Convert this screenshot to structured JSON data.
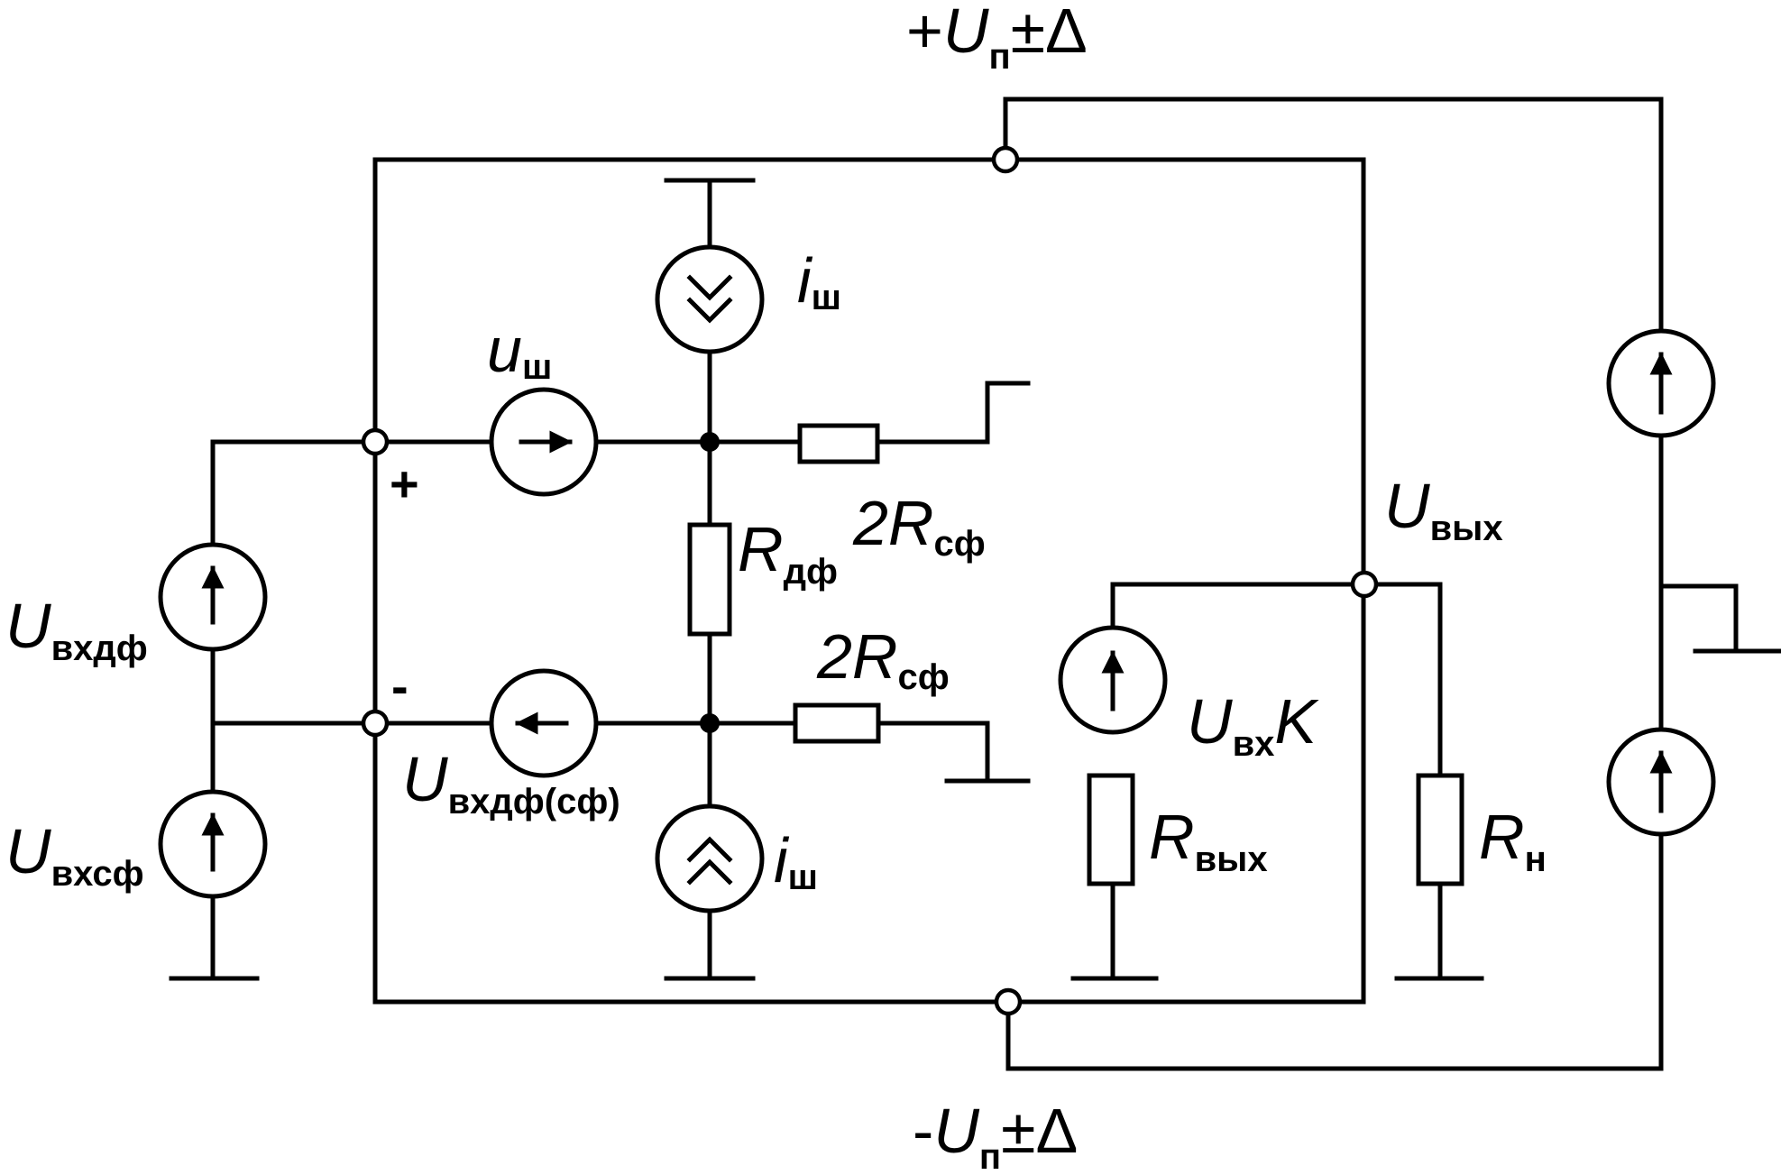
{
  "labels": {
    "supply_pos": {
      "prefix": "+",
      "main": "U",
      "sub": "п",
      "suffix": "±Δ"
    },
    "supply_neg": {
      "prefix": "-",
      "main": "U",
      "sub": "п",
      "suffix": "±Δ"
    },
    "noise_current_top": {
      "main": "i",
      "sub": "ш"
    },
    "noise_current_bottom": {
      "main": "i",
      "sub": "ш"
    },
    "noise_voltage": {
      "main": "u",
      "sub": "ш"
    },
    "r_diff": {
      "main": "R",
      "sub": "дф"
    },
    "r_cm_top": {
      "main": "2R",
      "sub": "сф"
    },
    "r_cm_bottom": {
      "main": "2R",
      "sub": "сф"
    },
    "input_diff": {
      "main": "U",
      "sub": "вхдф"
    },
    "input_cm": {
      "main": "U",
      "sub": "вхсф"
    },
    "input_diff_cm": {
      "main": "U",
      "sub": "вхдф(сф)"
    },
    "output": {
      "main": "U",
      "sub": "вых"
    },
    "gain_source": {
      "main": "U",
      "sub": "вх",
      "suffix": "K"
    },
    "r_out": {
      "main": "R",
      "sub": "вых"
    },
    "r_load": {
      "main": "R",
      "sub": "н"
    },
    "plus_sign": "+",
    "minus_sign": "-"
  }
}
